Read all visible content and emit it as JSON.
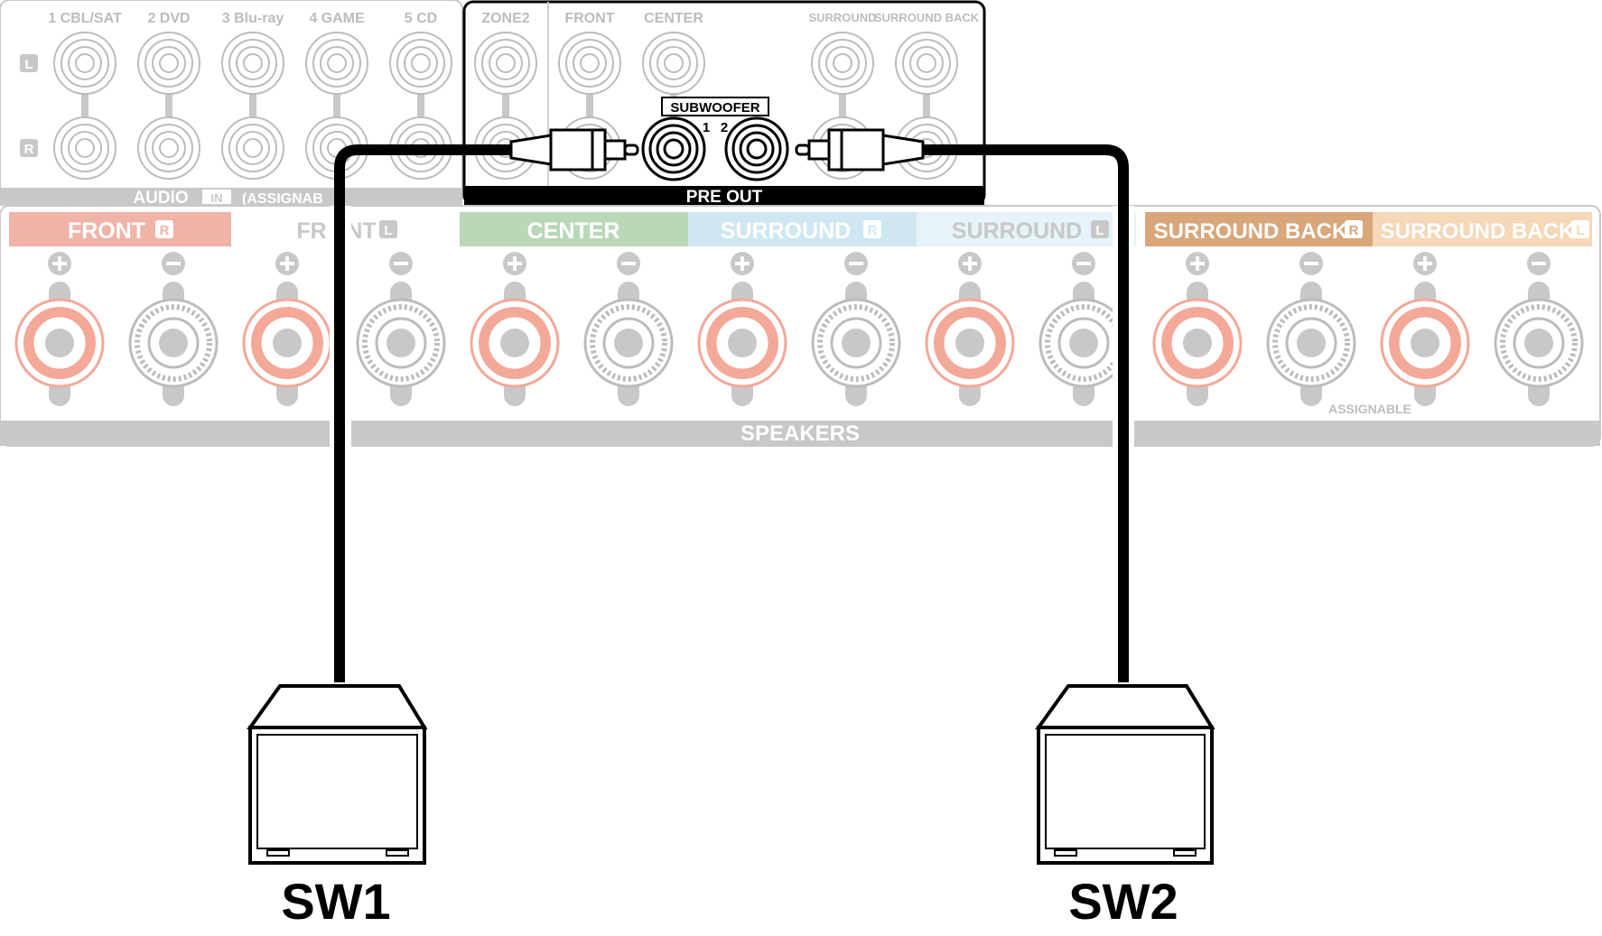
{
  "audio_in": {
    "inputs": [
      "1 CBL/SAT",
      "2 DVD",
      "3 Blu-ray",
      "4 GAME",
      "5 CD"
    ],
    "left_mark": "L",
    "right_mark": "R",
    "label": "AUDIO",
    "in_badge": "IN",
    "assignable": "(ASSIGNAB"
  },
  "pre_out": {
    "zone2": "ZONE2",
    "front": "FRONT",
    "center": "CENTER",
    "surround": "SURROUND",
    "surround_back": "SURROUND BACK",
    "subwoofer": "SUBWOOFER",
    "sub1": "1",
    "sub2": "2",
    "label": "PRE OUT"
  },
  "speakers": {
    "front_r": "FRONT",
    "front_r_mark": "R",
    "front_l_a": "FR",
    "front_l_b": "NT",
    "front_l_mark": "L",
    "center": "CENTER",
    "surround_r": "SURROUND",
    "surround_r_mark": "R",
    "surround_l": "SURROUND",
    "surround_l_mark": "L",
    "sb_r": "SURROUND BACK",
    "sb_r_mark": "R",
    "sb_l": "SURROUND BACK",
    "sb_l_mark": "L",
    "plus": "+",
    "minus": "−",
    "assignable": "ASSIGNABLE",
    "label": "SPEAKERS"
  },
  "subwoofers": {
    "sw1": "SW1",
    "sw2": "SW2"
  },
  "colors": {
    "front": "#f0b3a8",
    "center": "#b8d8b8",
    "surround_r": "#cfe7f1",
    "surround_l": "#e6f3f8",
    "sb_r": "#d9a67a",
    "sb_l": "#f4d8b8",
    "terminal_red": "#f4a898",
    "panel_grey": "#c8c8c8",
    "line_grey": "#bcbcbc",
    "cable": "#000000"
  }
}
